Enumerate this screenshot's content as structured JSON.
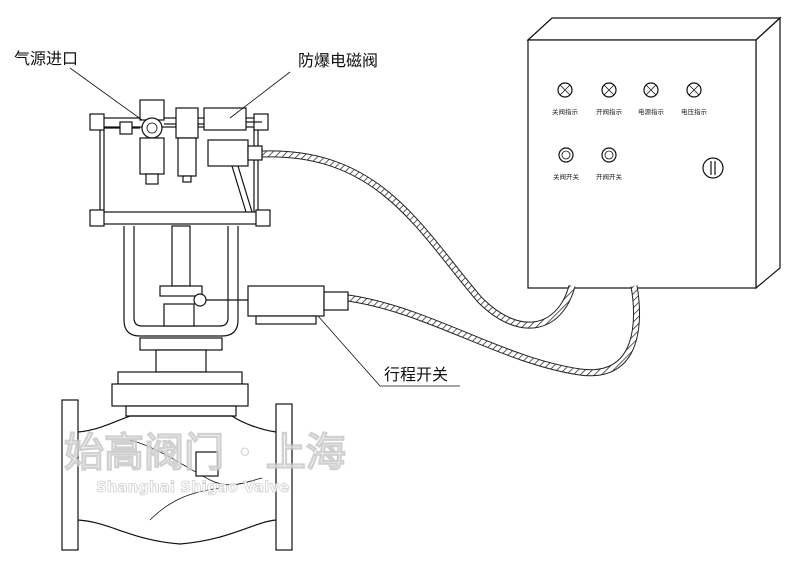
{
  "labels": {
    "air_inlet": "气源进口",
    "solenoid_valve": "防爆电磁阀",
    "limit_switch": "行程开关"
  },
  "control_box": {
    "indicators": [
      "关阀指示",
      "开阀指示",
      "电源指示",
      "电压指示"
    ],
    "switches": [
      "关阀开关",
      "开阀开关"
    ]
  },
  "watermark": {
    "cn": "始高阀门 · 上海",
    "en": "Shanghai Shigao Valve"
  }
}
